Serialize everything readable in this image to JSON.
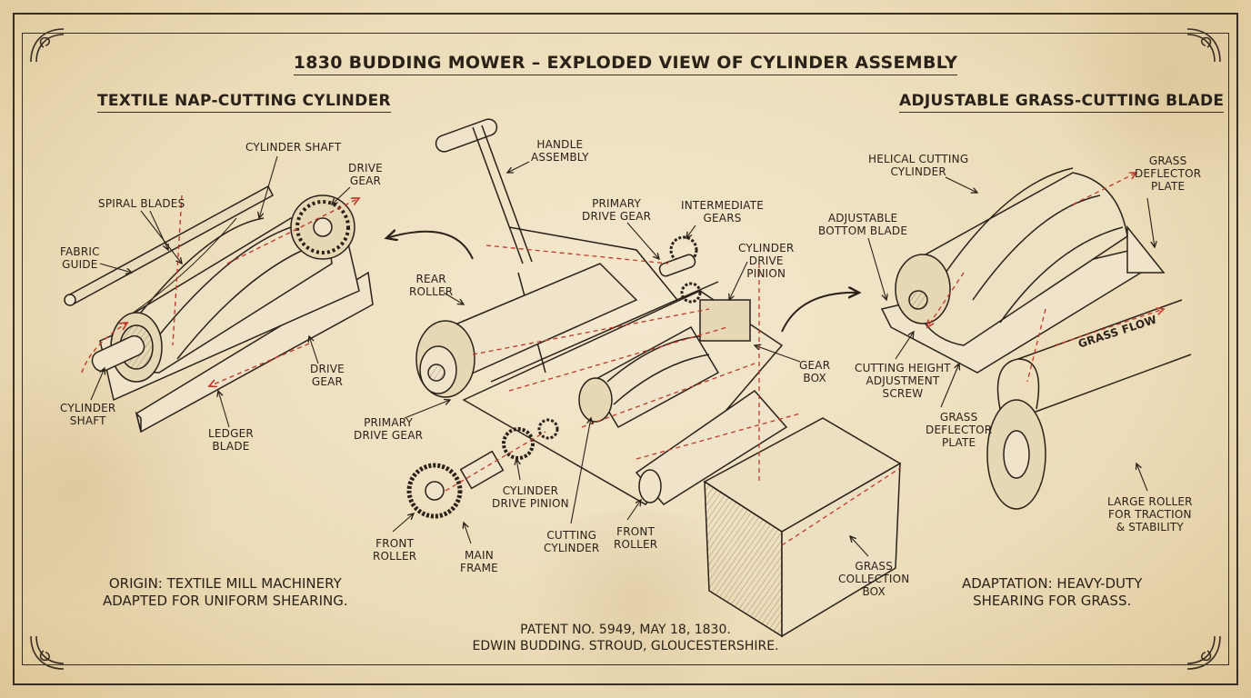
{
  "title": "1830 BUDDING MOWER – EXPLODED VIEW OF CYLINDER ASSEMBLY",
  "left_panel": {
    "heading": "TEXTILE NAP-CUTTING CYLINDER",
    "labels": {
      "cylinder_shaft_top": "CYLINDER SHAFT",
      "drive_gear_top": "DRIVE\nGEAR",
      "spiral_blades": "SPIRAL BLADES",
      "fabric_guide": "FABRIC\nGUIDE",
      "drive_gear_bottom": "DRIVE\nGEAR",
      "cylinder_shaft_bottom": "CYLINDER\nSHAFT",
      "ledger_blade": "LEDGER\nBLADE"
    },
    "note": "ORIGIN: TEXTILE MILL MACHINERY\nADAPTED FOR UNIFORM SHEARING."
  },
  "center_panel": {
    "labels": {
      "handle_assembly": "HANDLE\nASSEMBLY",
      "primary_drive_gear_top": "PRIMARY\nDRIVE GEAR",
      "intermediate_gears": "INTERMEDIATE\nGEARS",
      "cylinder_drive_pinion_top": "CYLINDER\nDRIVE\nPINION",
      "rear_roller": "REAR\nROLLER",
      "gear_box": "GEAR\nBOX",
      "primary_drive_gear_bottom": "PRIMARY\nDRIVE GEAR",
      "cylinder_drive_pinion_bottom": "CYLINDER\nDRIVE PINION",
      "cutting_cylinder": "CUTTING\nCYLINDER",
      "front_roller_center": "FRONT\nROLLER",
      "front_roller_left": "FRONT\nROLLER",
      "main_frame": "MAIN\nFRAME",
      "grass_collection_box": "GRASS\nCOLLECTION\nBOX"
    }
  },
  "right_panel": {
    "heading": "ADJUSTABLE GRASS-CUTTING BLADE",
    "labels": {
      "helical_cutting_cylinder": "HELICAL CUTTING\nCYLINDER",
      "grass_deflector_plate_top": "GRASS\nDEFLECTOR\nPLATE",
      "adjustable_bottom_blade": "ADJUSTABLE\nBOTTOM BLADE",
      "grass_flow": "GRASS FLOW",
      "cutting_height_adjustment_screw": "CUTTING HEIGHT\nADJUSTMENT\nSCREW",
      "grass_deflector_plate_bottom": "GRASS\nDEFLECTOR\nPLATE",
      "large_roller": "LARGE ROLLER\nFOR TRACTION\n& STABILITY"
    },
    "note": "ADAPTATION: HEAVY-DUTY\nSHEARING FOR GRASS."
  },
  "patent": "PATENT NO. 5949, MAY 18, 1830.\nEDWIN BUDDING. STROUD, GLOUCESTERSHIRE.",
  "colors": {
    "ink": "#2a2118",
    "paper": "#efe2c4",
    "red_dash": "#c0392b"
  }
}
